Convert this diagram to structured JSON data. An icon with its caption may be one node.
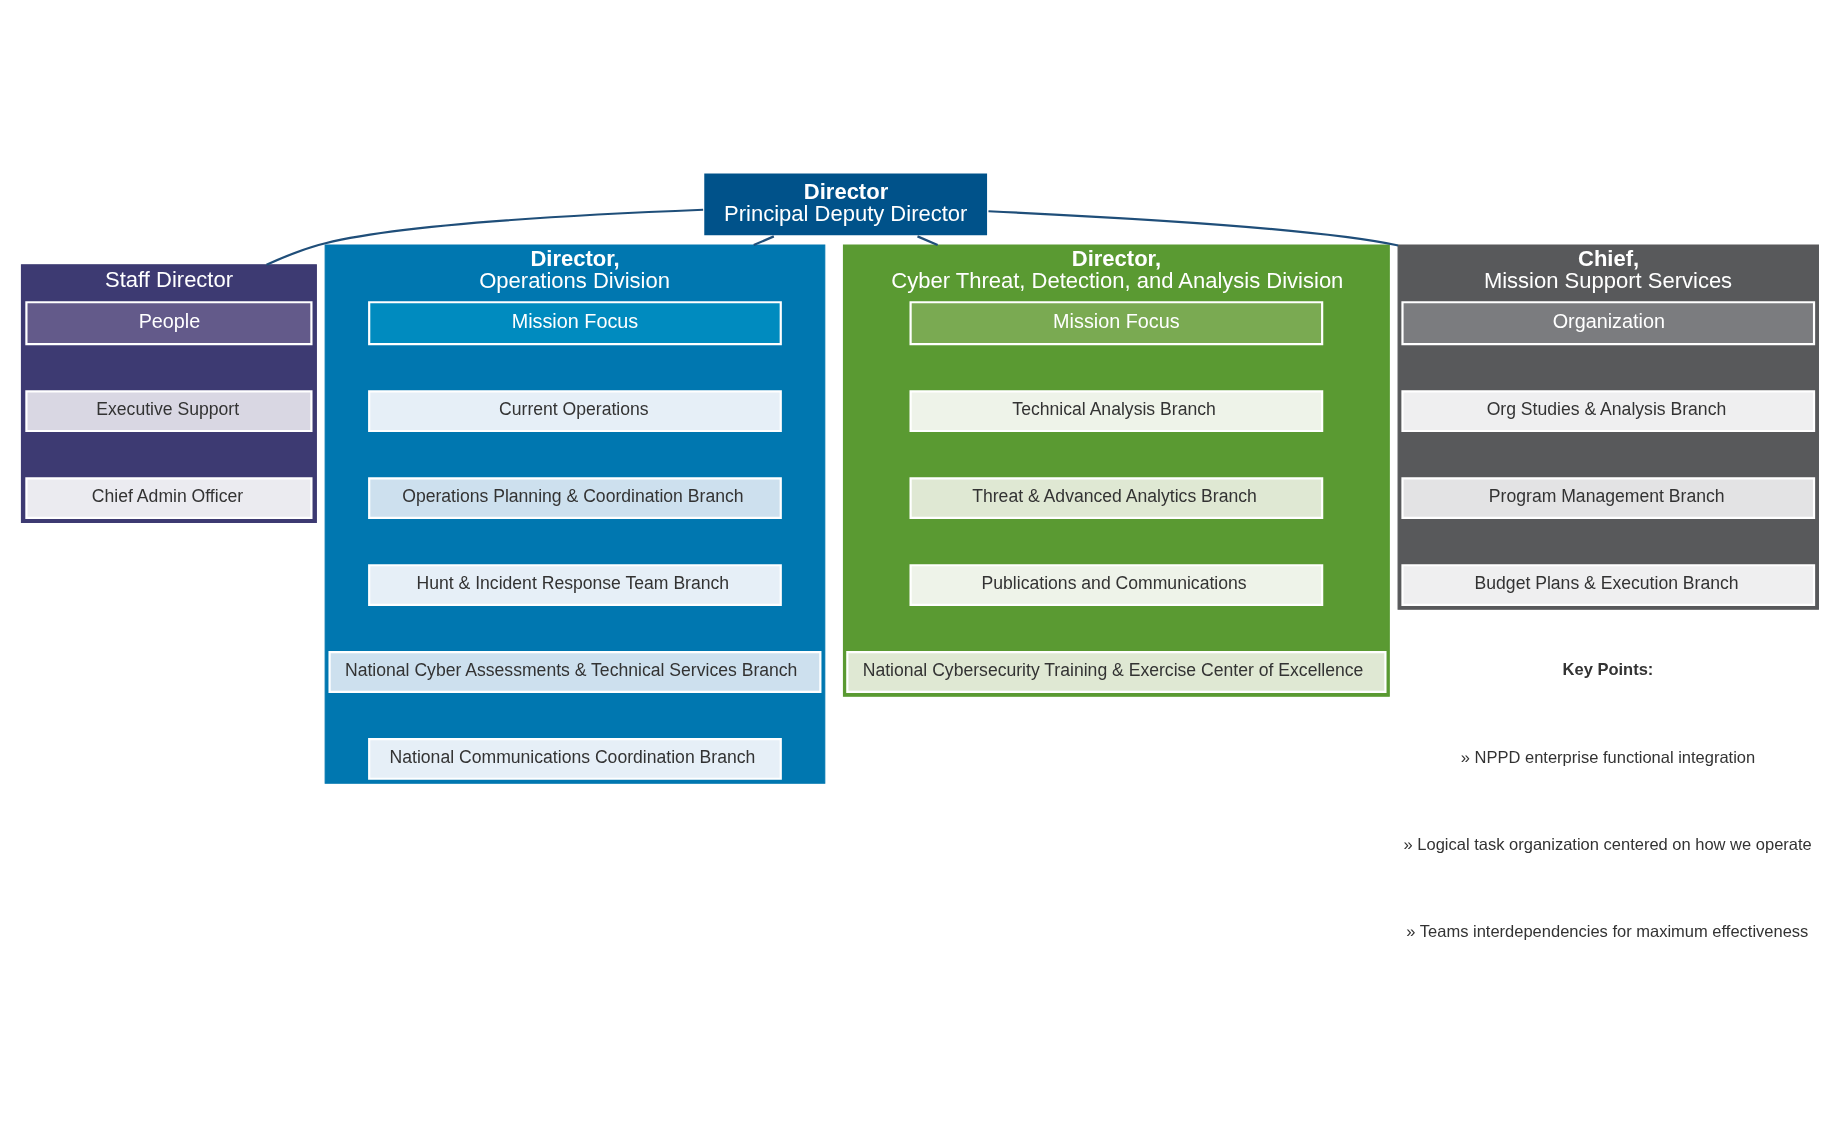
{
  "diagram": {
    "nodes": [
      {
        "text": [
          "Director",
          "Principal Deputy Director"
        ]
      },
      {
        "text": [
          "Staff Director"
        ]
      },
      {
        "text": [
          "People"
        ],
        "in": 1
      },
      {
        "text": [
          "Executive Support"
        ],
        "in": 1
      },
      {
        "text": [
          "Chief Admin Officer"
        ],
        "in": 1
      },
      {
        "text": [
          "Director,",
          "Operations Division"
        ]
      },
      {
        "text": [
          "Mission Focus"
        ],
        "in": 5
      },
      {
        "text": [
          "Current Operations"
        ],
        "in": 5
      },
      {
        "text": [
          "Operations Planning & Coordination Branch"
        ],
        "in": 5
      },
      {
        "text": [
          "Hunt & Incident Response Team Branch"
        ],
        "in": 5
      },
      {
        "text": [
          "National Cyber Assessments & Technical Services Branch"
        ],
        "in": 5
      },
      {
        "text": [
          "National Communications Coordination Branch"
        ],
        "in": 5
      },
      {
        "text": [
          "Director,",
          "Cyber Threat, Detection, and Analysis Division"
        ]
      },
      {
        "text": [
          "Mission Focus"
        ],
        "in": 12
      },
      {
        "text": [
          "Technical Analysis Branch"
        ],
        "in": 12
      },
      {
        "text": [
          "Threat & Advanced Analytics Branch"
        ],
        "in": 12
      },
      {
        "text": [
          "Publications and Communications"
        ],
        "in": 12
      },
      {
        "text": [
          "National Cybersecurity Training & Exercise Center of Excellence"
        ],
        "in": 12
      },
      {
        "text": [
          "Chief,",
          "Mission Support Services"
        ]
      },
      {
        "text": [
          "Organization"
        ],
        "in": 18
      },
      {
        "text": [
          "Org Studies & Analysis Branch"
        ],
        "in": 18
      },
      {
        "text": [
          "Program Management Branch"
        ],
        "in": 18
      },
      {
        "text": [
          "Budget Plans & Execution Branch"
        ],
        "in": 18
      }
    ],
    "edges": [
      {
        "from": 0,
        "to": 1,
        "arrow": "none"
      },
      {
        "from": 0,
        "to": 5,
        "arrow": "none"
      },
      {
        "from": 0,
        "to": 12,
        "arrow": "none"
      },
      {
        "from": 0,
        "to": 18,
        "arrow": "none"
      }
    ],
    "labels": [
      "Key Points:",
      "» NPPD enterprise functional integration",
      "» Logical task organization centered on how we operate",
      "» Teams interdependencies for maximum effectiveness"
    ]
  }
}
